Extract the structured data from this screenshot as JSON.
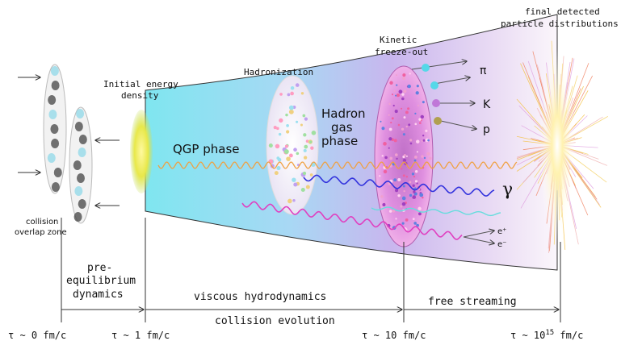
{
  "labels": {
    "final_distributions_line1": "final detected",
    "final_distributions_line2": "particle distributions",
    "kinetic_line1": "Kinetic",
    "kinetic_line2": "freeze-out",
    "hadronization": "Hadronization",
    "initial_line1": "Initial energy",
    "initial_line2": "density",
    "qgp": "QGP phase",
    "hadron_gas_line1": "Hadron",
    "hadron_gas_line2": "gas",
    "hadron_gas_line3": "phase",
    "collision_line1": "collision",
    "collision_line2": "overlap zone"
  },
  "particles": {
    "pi": "π",
    "kaon": "K",
    "proton": "p",
    "gamma": "γ",
    "e_plus": "e⁺",
    "e_minus": "e⁻"
  },
  "stages": {
    "pre_eq_line1": "pre-",
    "pre_eq_line2": "equilibrium",
    "pre_eq_line3": "dynamics",
    "viscous": "viscous hydrodynamics",
    "free_streaming": "free streaming",
    "collision_evolution": "collision evolution"
  },
  "timeline": {
    "t0": "τ ~ 0 fm/c",
    "t1": "τ ~ 1 fm/c",
    "t10": "τ ~ 10 fm/c",
    "t15_base": "τ ~ 10",
    "t15_exp": "15",
    "t15_unit": " fm/c"
  },
  "colors": {
    "qgp_start": "#8fe8f2",
    "qgp_mid": "#b9b2ee",
    "qgp_end": "#f6eef8",
    "initial_flash": "#e8e84a",
    "photon_wave": "#f0a040",
    "blue_wave": "#3333dd",
    "cyan_wave": "#66dddd",
    "pink_wave": "#e040c0",
    "freezeout": "#d884e0",
    "final_burst": "#f4c040"
  }
}
